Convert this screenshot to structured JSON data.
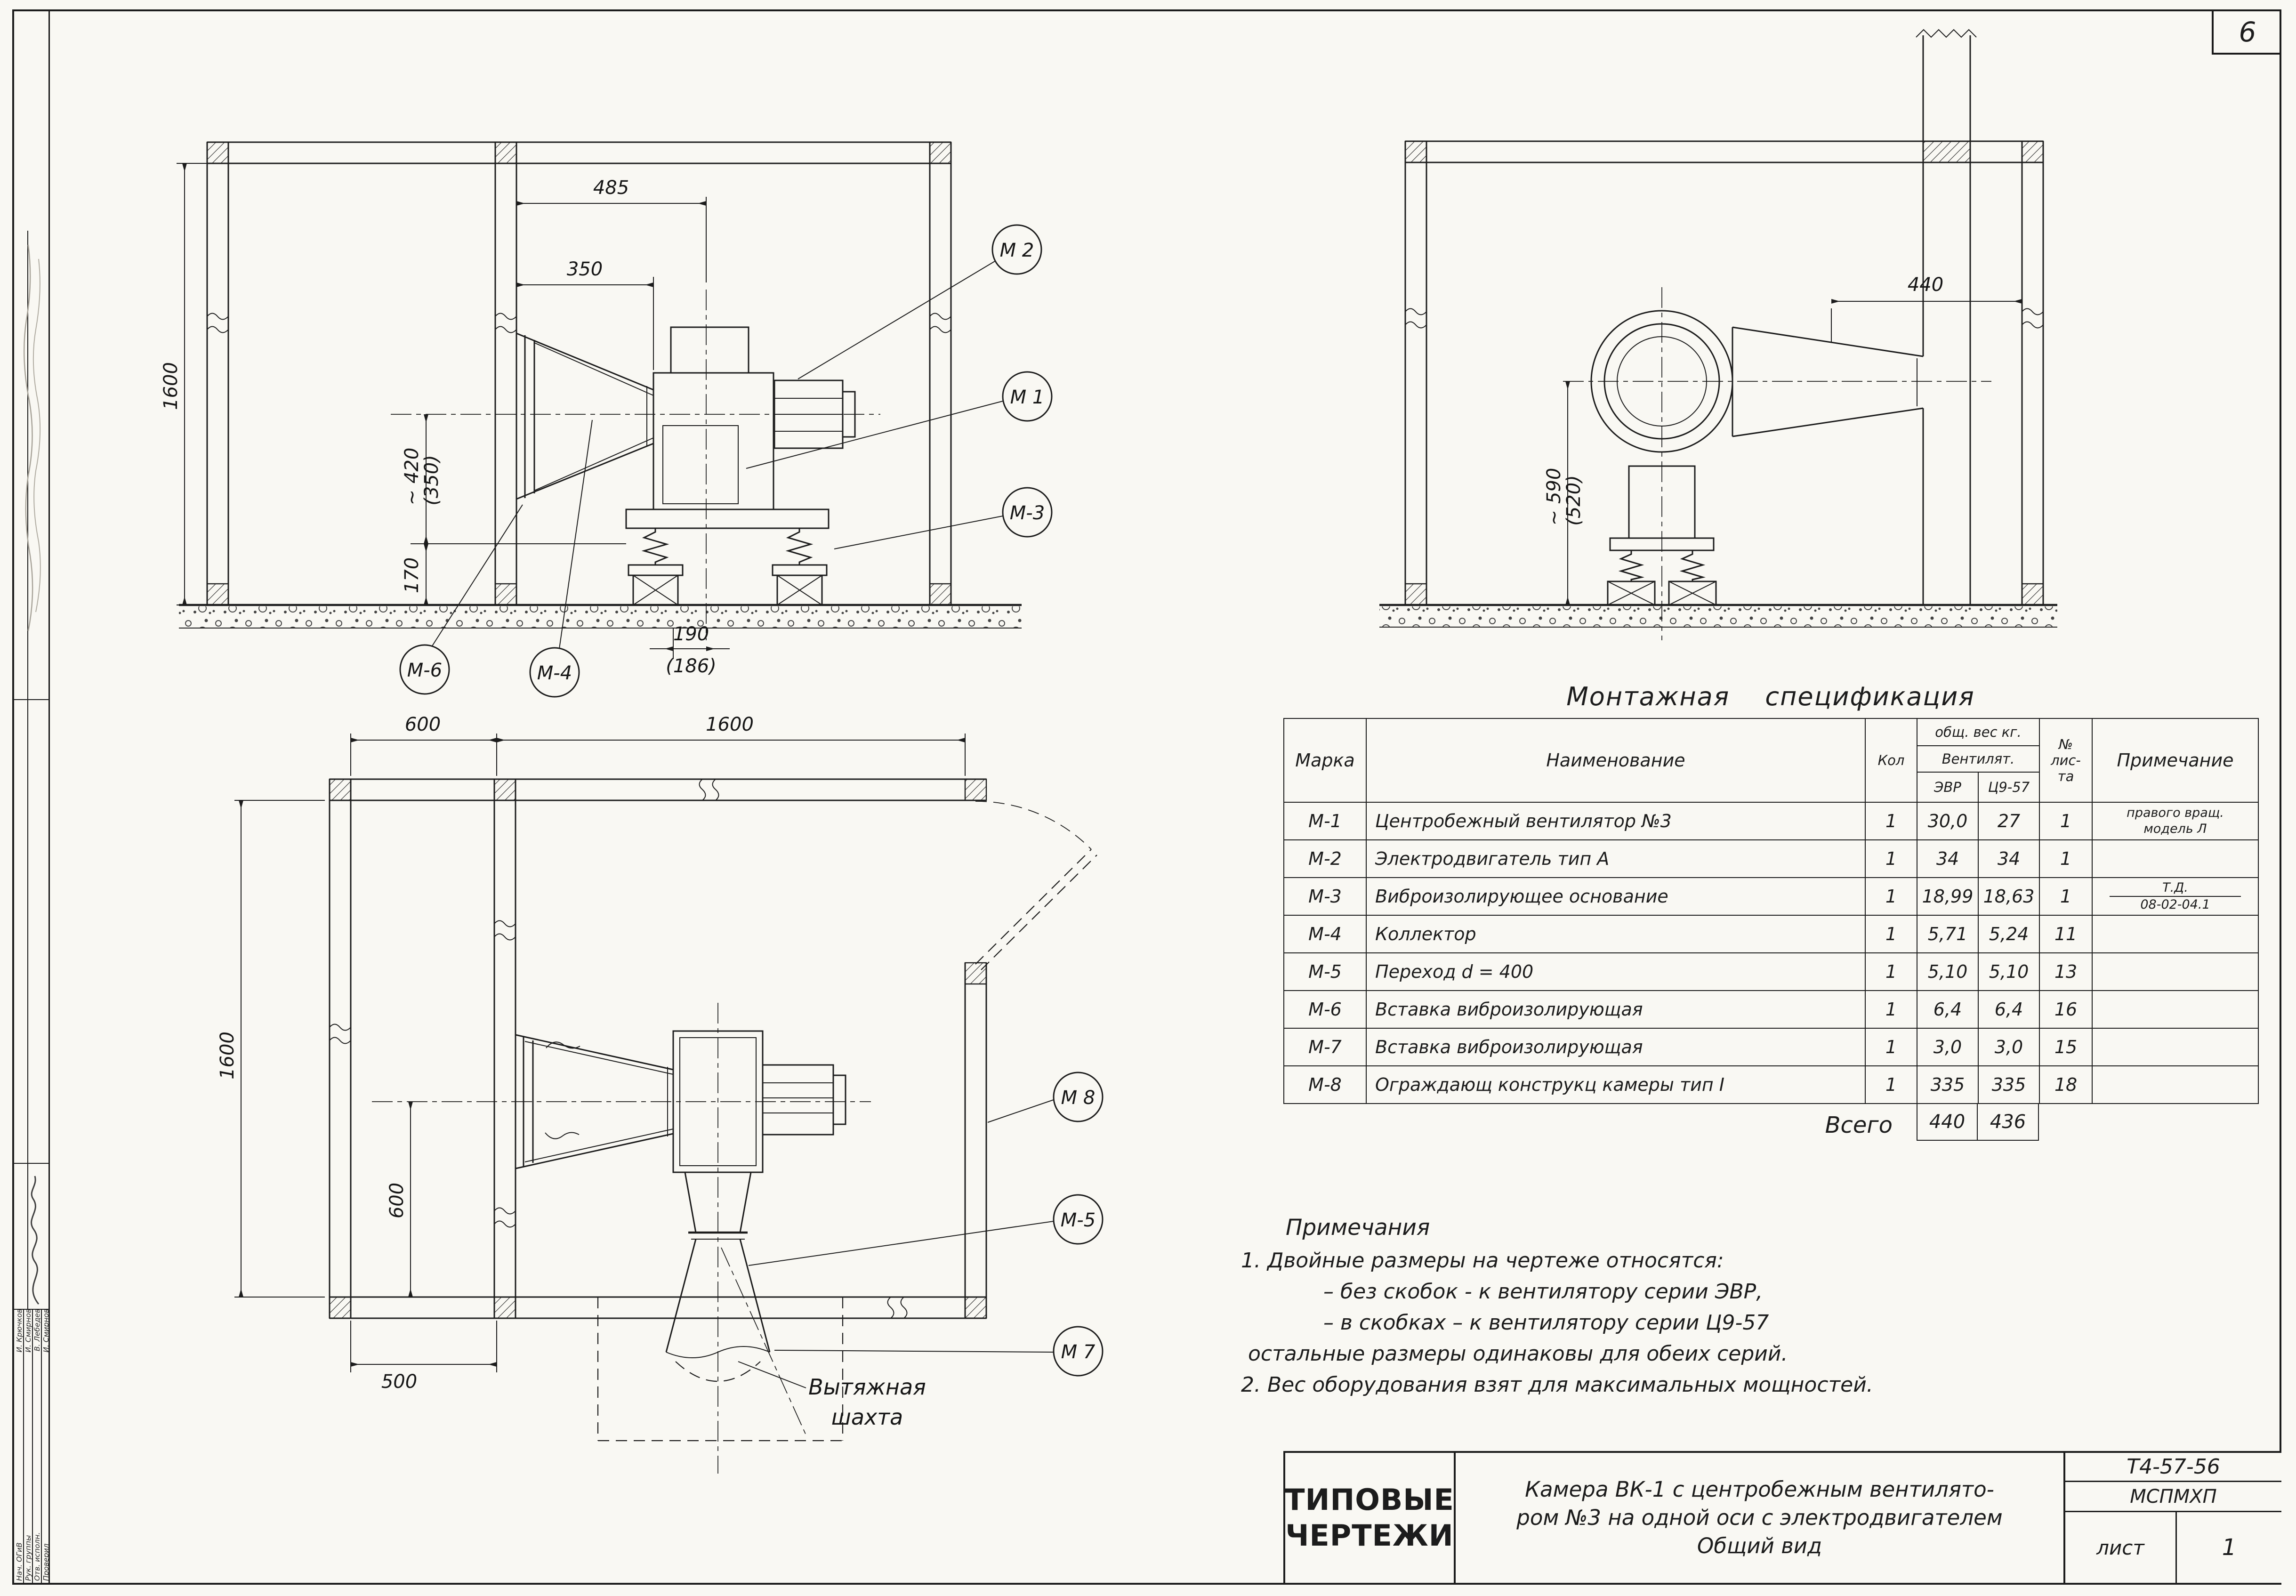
{
  "colors": {
    "ink": "#1c1c1c",
    "paper": "#f9f8f3"
  },
  "page": {
    "sheet_number": "6"
  },
  "front_view": {
    "dim_485": "485",
    "dim_350": "350",
    "dim_1600": "1600",
    "dim_420": "~ 420",
    "dim_420_alt": "(350)",
    "dim_170": "170",
    "dim_190": "190",
    "dim_186": "(186)",
    "callout_m2": "М 2",
    "callout_m1": "М 1",
    "callout_m3": "М-3",
    "callout_m6": "М-6",
    "callout_m4": "М-4"
  },
  "side_view": {
    "dim_440": "440",
    "dim_590": "~ 590",
    "dim_590_alt": "(520)"
  },
  "plan_view": {
    "dim_600_top": "600",
    "dim_1600_top": "1600",
    "dim_1600_left": "1600",
    "dim_600_left": "600",
    "dim_500": "500",
    "shaft_label_1": "Вытяжная",
    "shaft_label_2": "шахта",
    "callout_m8": "М 8",
    "callout_m5": "М-5",
    "callout_m7": "М 7"
  },
  "spec_table": {
    "title": "Монтажная спецификация",
    "headers": {
      "mark": "Марка",
      "name": "Наименование",
      "qty": "Кол",
      "weight_1": "общ. вес кг.",
      "weight_2": "Вентилят.",
      "evr": "ЭВР",
      "c957": "Ц9-57",
      "sheet_1": "№",
      "sheet_2": "лис-",
      "sheet_3": "та",
      "note": "Примечание"
    },
    "rows": [
      {
        "mark": "М-1",
        "name": "Центробежный вентилятор №3",
        "qty": "1",
        "evr": "30,0",
        "c957": "27",
        "sheet": "1",
        "note_top": "правого вращ.",
        "note_bottom": "модель Л"
      },
      {
        "mark": "М-2",
        "name": "Электродвигатель тип А",
        "qty": "1",
        "evr": "34",
        "c957": "34",
        "sheet": "1",
        "note_top": "",
        "note_bottom": ""
      },
      {
        "mark": "М-3",
        "name": "Виброизолирующее основание",
        "qty": "1",
        "evr": "18,99",
        "c957": "18,63",
        "sheet": "1",
        "note_top": "Т.Д.",
        "note_bottom": "08-02-04.1"
      },
      {
        "mark": "М-4",
        "name": "Коллектор",
        "qty": "1",
        "evr": "5,71",
        "c957": "5,24",
        "sheet": "11",
        "note_top": "",
        "note_bottom": ""
      },
      {
        "mark": "М-5",
        "name": "Переход d = 400",
        "qty": "1",
        "evr": "5,10",
        "c957": "5,10",
        "sheet": "13",
        "note_top": "",
        "note_bottom": ""
      },
      {
        "mark": "М-6",
        "name": "Вставка виброизолирующая",
        "qty": "1",
        "evr": "6,4",
        "c957": "6,4",
        "sheet": "16",
        "note_top": "",
        "note_bottom": ""
      },
      {
        "mark": "М-7",
        "name": "Вставка виброизолирующая",
        "qty": "1",
        "evr": "3,0",
        "c957": "3,0",
        "sheet": "15",
        "note_top": "",
        "note_bottom": ""
      },
      {
        "mark": "М-8",
        "name": "Ограждающ конструкц камеры тип I",
        "qty": "1",
        "evr": "335",
        "c957": "335",
        "sheet": "18",
        "note_top": "",
        "note_bottom": ""
      }
    ],
    "total_label": "Всего",
    "total_evr": "440",
    "total_c957": "436"
  },
  "notes": {
    "title": "Примечания",
    "line_1": "1. Двойные размеры на чертеже относятся:",
    "line_1a": "– без скобок - к вентилятору серии ЭВР,",
    "line_1b": "– в скобках – к вентилятору серии Ц9-57",
    "line_1c": "остальные размеры одинаковы для обеих серий.",
    "line_2": "2. Вес оборудования взят для максимальных мощностей."
  },
  "title_block": {
    "org_line_1": "ТИПОВЫЕ",
    "org_line_2": "ЧЕРТЕЖИ",
    "subject_line_1": "Камера ВК-1 с центробежным вентилято-",
    "subject_line_2": "ром №3 на одной оси с электродвигателем",
    "subject_line_3": "Общий вид",
    "doc_number": "Т4-57-56",
    "org_code": "МСПМХП",
    "sheet_label": "лист",
    "sheet_value": "1"
  },
  "signatures": {
    "rows": [
      {
        "role": "Нач. ОГиВ",
        "name": "И. Крючков"
      },
      {
        "role": "Рук. группы",
        "name": "И. Смирнов"
      },
      {
        "role": "Отв. исполн.",
        "name": "В. Лебедев"
      },
      {
        "role": "Проверил",
        "name": "И. Смирнов"
      }
    ]
  }
}
